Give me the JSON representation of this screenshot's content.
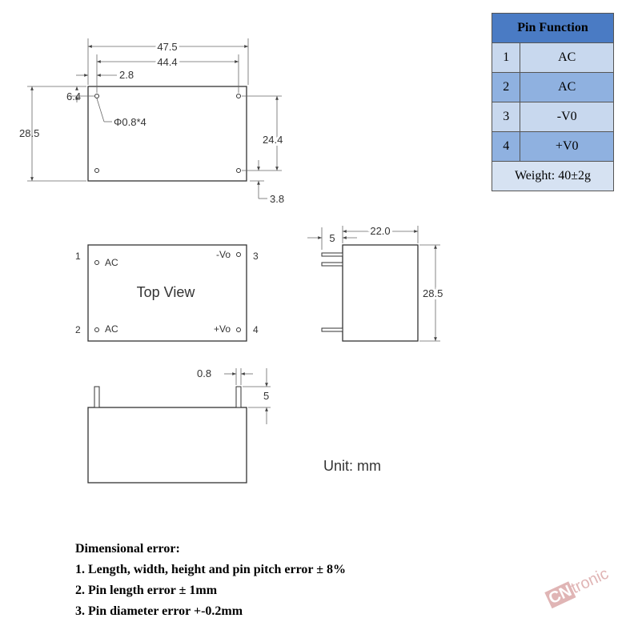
{
  "dimensions": {
    "width_overall": "47.5",
    "width_pitch": "44.4",
    "pin_offset_x": "2.8",
    "pin_offset_y": "6.4",
    "pin_diameter": "Φ0.8*4",
    "height_overall": "28.5",
    "height_pitch": "24.4",
    "bottom_offset": "3.8",
    "side_pin_length": "5",
    "side_depth": "22.0",
    "side_height": "28.5",
    "pin_width": "0.8",
    "pin_height": "5"
  },
  "top_view": {
    "title": "Top View",
    "pins": [
      {
        "number": "1",
        "label": "AC"
      },
      {
        "number": "2",
        "label": "AC"
      },
      {
        "number": "3",
        "label": "-Vo"
      },
      {
        "number": "4",
        "label": "+Vo"
      }
    ]
  },
  "unit": "Unit: mm",
  "pin_table": {
    "header": "Pin Function",
    "rows": [
      {
        "pin": "1",
        "function": "AC"
      },
      {
        "pin": "2",
        "function": "AC"
      },
      {
        "pin": "3",
        "function": "-V0"
      },
      {
        "pin": "4",
        "function": "+V0"
      }
    ],
    "weight": "Weight:  40±2g"
  },
  "notes": {
    "title": "Dimensional error:",
    "items": [
      "1. Length, width, height and pin pitch error ± 8%",
      "2. Pin length error ± 1mm",
      "3. Pin diameter error +-0.2mm"
    ]
  },
  "watermark": {
    "mark": "CN",
    "text": "tronic"
  }
}
